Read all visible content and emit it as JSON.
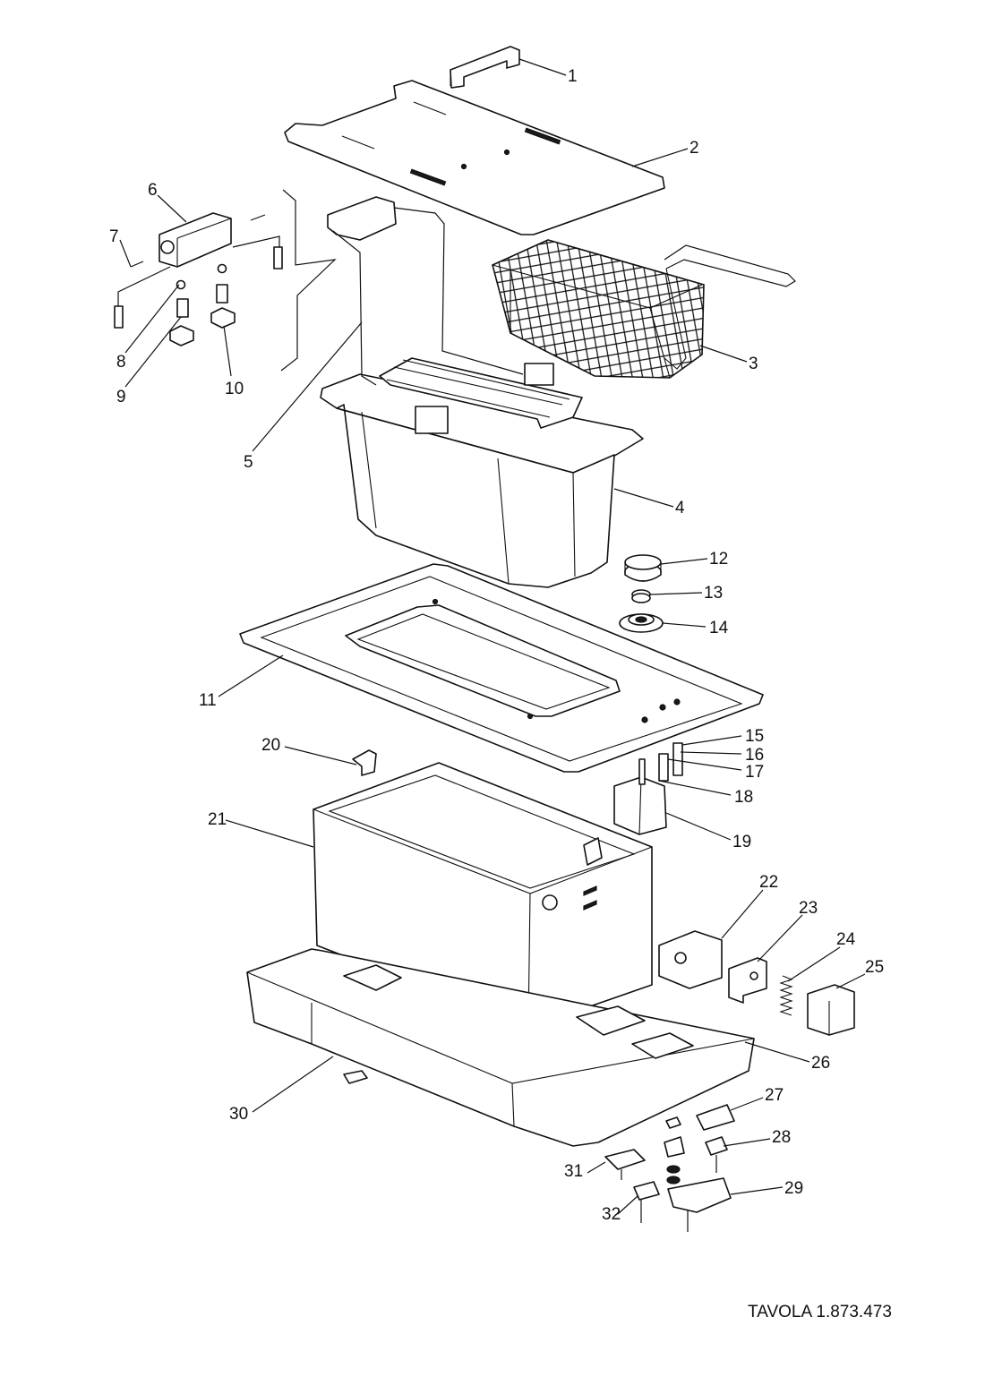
{
  "drawing_reference": "TAVOLA 1.873.473",
  "callouts": [
    "1",
    "2",
    "3",
    "4",
    "5",
    "6",
    "7",
    "8",
    "9",
    "10",
    "11",
    "12",
    "13",
    "14",
    "15",
    "16",
    "17",
    "18",
    "19",
    "20",
    "21",
    "22",
    "23",
    "24",
    "25",
    "26",
    "27",
    "28",
    "29",
    "30",
    "31",
    "32"
  ]
}
